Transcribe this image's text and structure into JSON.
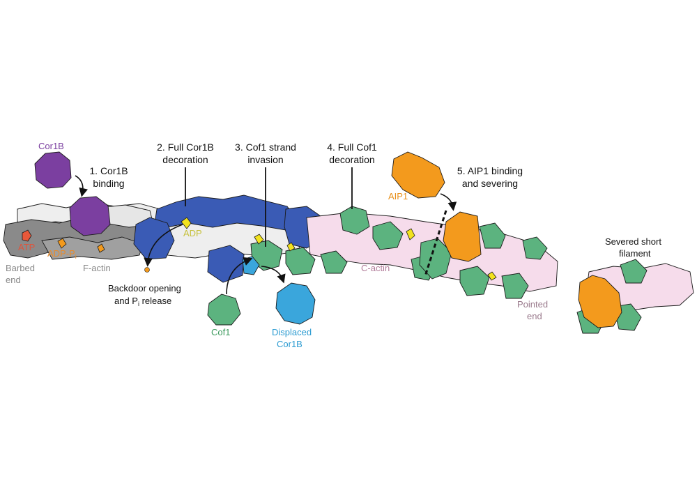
{
  "labels": {
    "cor1b_top": "Cor1B",
    "atp": "ATP",
    "adp_pi": "ADP-P",
    "adp_pi_sub": "i",
    "barbed_end_1": "Barbed",
    "barbed_end_2": "end",
    "f_actin": "F-actin",
    "adp": "ADP",
    "backdoor_1": "Backdoor opening",
    "backdoor_2a": "and P",
    "backdoor_2_sub": "i",
    "backdoor_2b": " release",
    "cof1": "Cof1",
    "displaced_1": "Displaced",
    "displaced_2": "Cor1B",
    "c_actin": "C-actin",
    "aip1": "AIP1",
    "pointed_1": "Pointed",
    "pointed_2": "end",
    "severed_1": "Severed short",
    "severed_2": "filament"
  },
  "steps": {
    "s1_line1": "1. Cor1B",
    "s1_line2": "binding",
    "s2_line1": "2. Full Cor1B",
    "s2_line2": "decoration",
    "s3_line1": "3. Cof1 strand",
    "s3_line2": "invasion",
    "s4_line1": "4. Full Cof1",
    "s4_line2": "decoration",
    "s5_line1": "5. AIP1 binding",
    "s5_line2": "and severing"
  },
  "colors": {
    "cor1b": "#7b3fa0",
    "cor1b_bound": "#3a5bb5",
    "displaced_cor1b": "#3aa6dc",
    "cof1": "#5cb37f",
    "aip1": "#f39a1d",
    "actin_light": "#eeeeee",
    "actin_dark": "#8a8a8a",
    "c_actin": "#f6dceb",
    "atp": "#e8583a",
    "adp": "#f2e21e",
    "adp_pi": "#f39a1d",
    "label_cor1b": "#7b3fa0",
    "label_atp": "#e0533a",
    "label_adp_pi": "#e88a2a",
    "label_gray": "#888888",
    "label_adp": "#c6c13a",
    "label_cof1": "#3d9a5e",
    "label_displaced": "#2b9bd1",
    "label_c_actin": "#b07a98",
    "label_aip1": "#e8901a",
    "label_pointed": "#9a7a8c"
  }
}
